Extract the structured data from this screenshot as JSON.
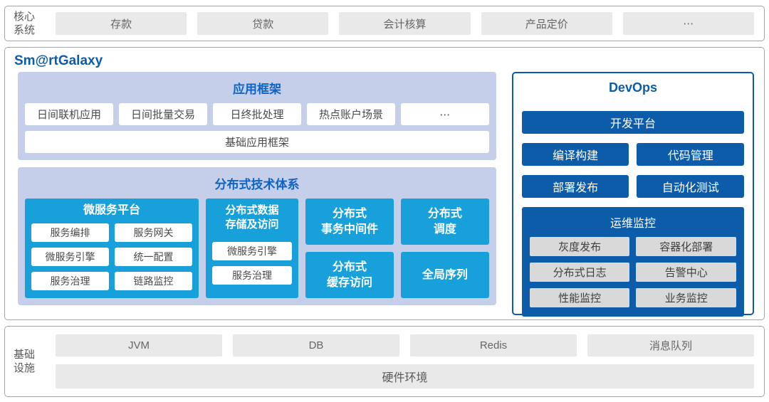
{
  "colors": {
    "accent_cyan": "#18a0db",
    "accent_dark_blue": "#0d5ca9",
    "panel_periwinkle": "#c5cfe9",
    "platform_title_blue": "#0a5dad",
    "section_header_blue": "#0d64c4",
    "gray_box": "#e9e9e9"
  },
  "core_systems": {
    "label": "核心\n系统",
    "items": [
      "存款",
      "贷款",
      "会计核算",
      "产品定价",
      "⋯"
    ]
  },
  "platform": {
    "title": "Sm@rtGalaxy",
    "app_framework": {
      "title": "应用框架",
      "items": [
        "日间联机应用",
        "日间批量交易",
        "日终批处理",
        "热点账户场景",
        "⋯"
      ],
      "base_item": "基础应用框架"
    },
    "distributed": {
      "title": "分布式技术体系",
      "microservice_platform": {
        "title": "微服务平台",
        "items": [
          "服务编排",
          "服务网关",
          "微服务引擎",
          "统一配置",
          "服务治理",
          "链路监控"
        ]
      },
      "data_storage": {
        "title": "分布式数据\n存储及访问",
        "items": [
          "微服务引擎",
          "服务治理"
        ]
      },
      "transaction_middleware": "分布式\n事务中间件",
      "cache_access": "分布式\n缓存访问",
      "scheduling": "分布式\n调度",
      "global_sequence": "全局序列"
    },
    "devops": {
      "title": "DevOps",
      "dev_platform": "开发平台",
      "build": "编译构建",
      "code_mgmt": "代码管理",
      "deploy": "部署发布",
      "auto_test": "自动化测试",
      "monitoring": {
        "title": "运维监控",
        "items": [
          "灰度发布",
          "容器化部署",
          "分布式日志",
          "告警中心",
          "性能监控",
          "业务监控"
        ]
      }
    }
  },
  "infrastructure": {
    "label": "基础\n设施",
    "items": [
      "JVM",
      "DB",
      "Redis",
      "消息队列"
    ],
    "hardware": "硬件环境"
  }
}
